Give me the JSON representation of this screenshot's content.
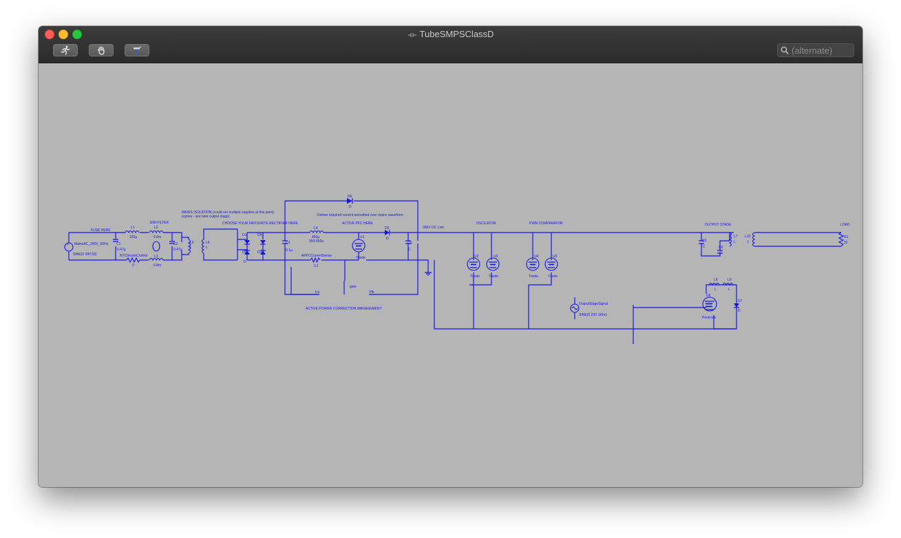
{
  "window": {
    "title": "TubeSMPSClassD"
  },
  "toolbar": {
    "buttons": [
      {
        "name": "run",
        "icon": "running-man-icon"
      },
      {
        "name": "halt",
        "icon": "hand-icon"
      },
      {
        "name": "probe",
        "icon": "hammer-icon"
      }
    ],
    "search_placeholder": "(alternate)"
  },
  "schematic": {
    "section_labels": {
      "fuse": "FUSE HERE",
      "emi": "EMI FILTER",
      "isolation_1": "MAINS ISOLATION (could run multiple supplies at this point)",
      "isolation_2": "(option - see later output stage)",
      "rectifier": "CHOOSE YOUR FAVOURITE RECTIFIER HERE",
      "pfc_note": "Deliver required current smoothed over mains waveform",
      "pfc": "ACTIVE PFC HERE",
      "dc_link": "390V DC Link",
      "oscilator": "OSCILATOR",
      "pwm": "PWM COMPARATOR",
      "output_stage": "OUTPUT STAGE",
      "load": "LOAD",
      "apfc_mgmt": "ACTIVE POWER CORRECTION MANAGEMENT"
    },
    "components": {
      "mains_name": "MainsAC_240V_50Hz",
      "mains_value": "SINE(0 390 50)",
      "c1": "C1",
      "c1_val": "0.47µ",
      "l1": "L1",
      "l1_val": "150µ",
      "ntc": "NTCInrushControl",
      "ntc_val": "0",
      "l2": "L2",
      "l2_val": "6.8m",
      "l3": "L3",
      "l3_val": "6.8m",
      "c2": "C2",
      "c2_val": "0.47µ",
      "l5": "L5",
      "l5_val": "L",
      "l6": "L6",
      "l6_val": "L",
      "d1": "D1",
      "d2": "D2",
      "d3": "D3",
      "d4": "D4",
      "d_val": "D",
      "c3": "C3",
      "c3_val": "0.1µ",
      "l4": "L4",
      "l4_val1": "450µ",
      "l4_val2": "350-650u",
      "apfc_sense": "APFCCurrentSense",
      "apfc_sense_val": "0.1",
      "d6": "D6",
      "d6_val": "D",
      "u1": "U1",
      "triode": "Triode",
      "d5": "D5",
      "d5_val": "D",
      "c4": "C4",
      "c4_val": "C",
      "net_ics": "Ics",
      "net_gate": "gate",
      "net_vfb": "Vfb",
      "u2": "U2",
      "u3": "U3",
      "u4": "U4",
      "u5": "U5",
      "c5": "C5",
      "c5_val": "C",
      "c6": "C6",
      "c6_val": "C",
      "l7": "L7",
      "l7_val": "L",
      "l8": "L8",
      "l8_val": "L",
      "l9": "L9",
      "l9_val": "L",
      "u6": "U6",
      "pentode": "Pentrode",
      "d7": "D7",
      "d7_val": "D",
      "out_sig": "OutputStageSignal",
      "out_sig_val": "SINE(0 23V 1Khz)",
      "l10": "L10",
      "l10_val": "L",
      "r1": "R1",
      "r1_val": "32"
    },
    "colors": {
      "wire": "#1515e8",
      "background": "#b5b5b5"
    }
  }
}
